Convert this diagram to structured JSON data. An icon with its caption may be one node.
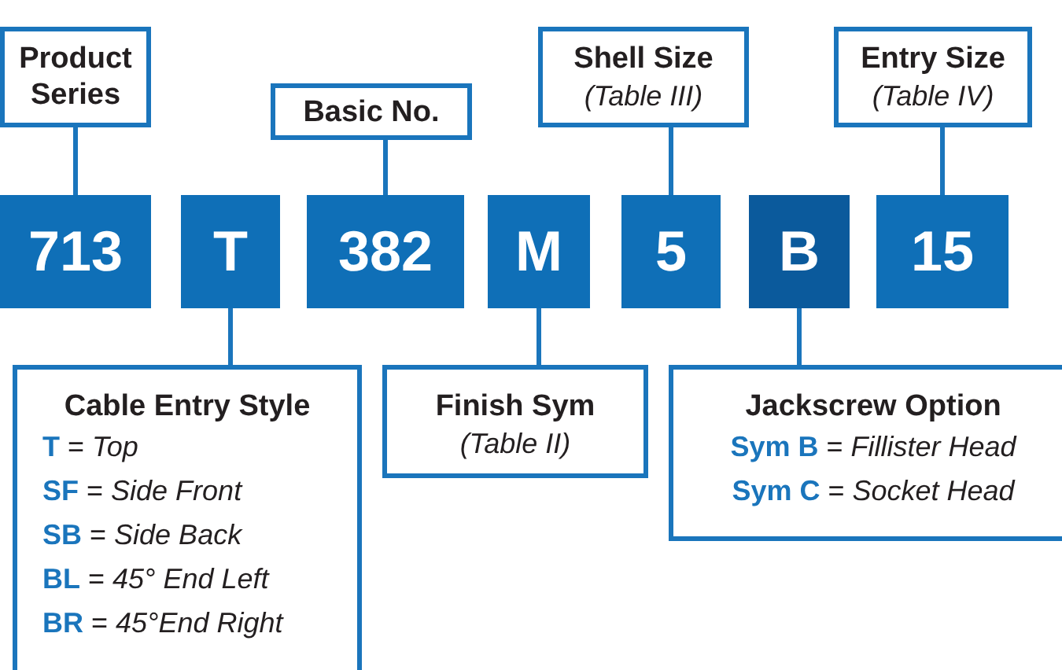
{
  "diagram": {
    "nodes": [
      {
        "text": [
          "Product Series"
        ]
      },
      {
        "text": [
          "Basic No."
        ]
      },
      {
        "text": [
          "Shell Size",
          "(Table III)"
        ]
      },
      {
        "text": [
          "Entry Size",
          "(Table IV)"
        ]
      },
      {
        "text": [
          "713"
        ]
      },
      {
        "text": [
          "T"
        ]
      },
      {
        "text": [
          "382"
        ]
      },
      {
        "text": [
          "M"
        ]
      },
      {
        "text": [
          "5"
        ]
      },
      {
        "text": [
          "B"
        ]
      },
      {
        "text": [
          "15"
        ]
      },
      {
        "text": [
          "Cable Entry Style",
          "**T** = *Top*",
          "**SF** = *Side Front*",
          "**SB** = *Side Back*",
          "**BL** = *45° End Left*",
          "**BR** = *45°End Right*"
        ]
      },
      {
        "text": [
          "Finish Sym",
          "(Table II)"
        ]
      },
      {
        "text": [
          "Jackscrew Option",
          "**Sym B** = *Fillister Head*",
          "**Sym C** = *Socket Head*"
        ]
      }
    ],
    "edges": [
      {
        "from": 0,
        "to": 4,
        "arrow": "none"
      },
      {
        "from": 1,
        "to": 6,
        "arrow": "none"
      },
      {
        "from": 2,
        "to": 8,
        "arrow": "none"
      },
      {
        "from": 3,
        "to": 10,
        "arrow": "none"
      },
      {
        "from": 5,
        "to": 11,
        "arrow": "none"
      },
      {
        "from": 7,
        "to": 12,
        "arrow": "none"
      },
      {
        "from": 9,
        "to": 13,
        "arrow": "none"
      }
    ]
  }
}
